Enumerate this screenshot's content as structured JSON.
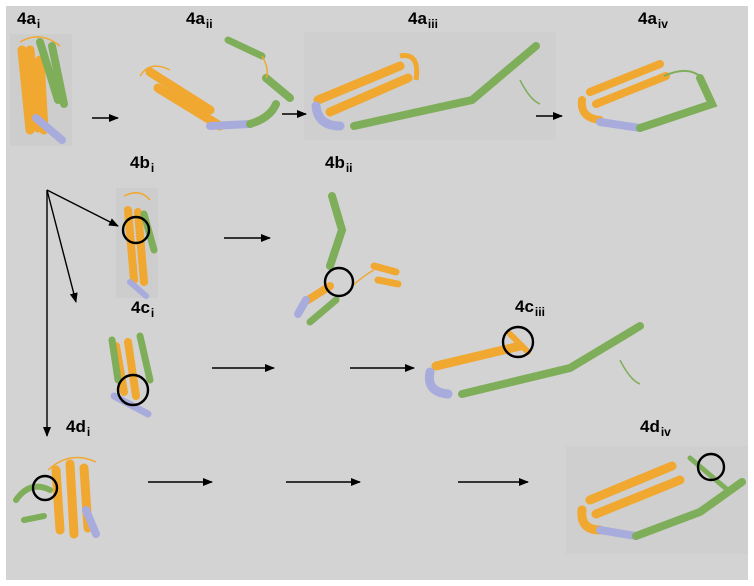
{
  "colors": {
    "background": "#d3d3d3",
    "helix_orange": "#f0a830",
    "helix_green": "#7fae5a",
    "helix_lavender": "#a8acdc",
    "arrow": "#000000",
    "highlight_circle": "#000000"
  },
  "panels": {
    "a1": {
      "main": "4a",
      "sub": "i"
    },
    "a2": {
      "main": "4a",
      "sub": "ii"
    },
    "a3": {
      "main": "4a",
      "sub": "iii"
    },
    "a4": {
      "main": "4a",
      "sub": "iv"
    },
    "b1": {
      "main": "4b",
      "sub": "i"
    },
    "b2": {
      "main": "4b",
      "sub": "ii"
    },
    "c1": {
      "main": "4c",
      "sub": "i"
    },
    "c3": {
      "main": "4c",
      "sub": "iii"
    },
    "d1": {
      "main": "4d",
      "sub": "i"
    },
    "d4": {
      "main": "4d",
      "sub": "iv"
    }
  }
}
